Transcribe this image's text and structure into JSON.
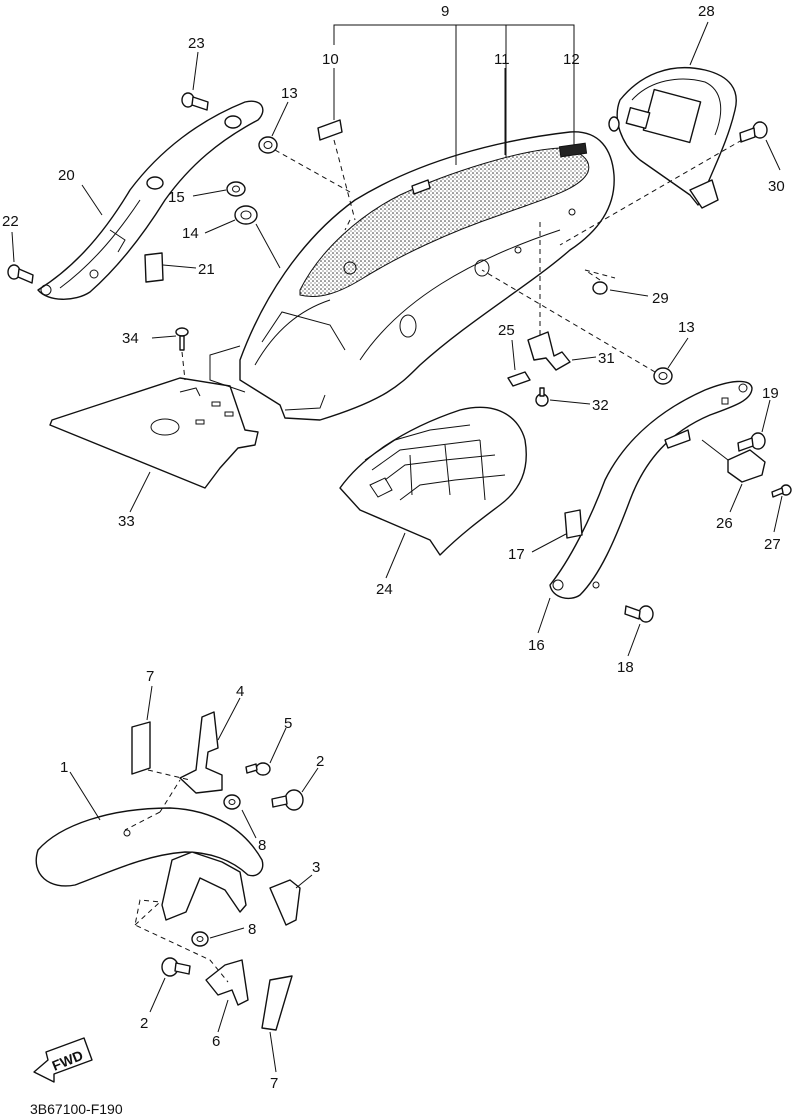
{
  "diagram": {
    "drawing_code": "3B67100-F190",
    "fwd_label": "FWD",
    "callouts": [
      {
        "id": "c1",
        "label": "1"
      },
      {
        "id": "c2a",
        "label": "2"
      },
      {
        "id": "c2b",
        "label": "2"
      },
      {
        "id": "c3",
        "label": "3"
      },
      {
        "id": "c4",
        "label": "4"
      },
      {
        "id": "c5",
        "label": "5"
      },
      {
        "id": "c6",
        "label": "6"
      },
      {
        "id": "c7a",
        "label": "7"
      },
      {
        "id": "c7b",
        "label": "7"
      },
      {
        "id": "c8a",
        "label": "8"
      },
      {
        "id": "c8b",
        "label": "8"
      },
      {
        "id": "c9",
        "label": "9"
      },
      {
        "id": "c10",
        "label": "10"
      },
      {
        "id": "c11",
        "label": "11"
      },
      {
        "id": "c12",
        "label": "12"
      },
      {
        "id": "c13a",
        "label": "13"
      },
      {
        "id": "c13b",
        "label": "13"
      },
      {
        "id": "c14",
        "label": "14"
      },
      {
        "id": "c15",
        "label": "15"
      },
      {
        "id": "c16",
        "label": "16"
      },
      {
        "id": "c17",
        "label": "17"
      },
      {
        "id": "c18",
        "label": "18"
      },
      {
        "id": "c19",
        "label": "19"
      },
      {
        "id": "c20",
        "label": "20"
      },
      {
        "id": "c21",
        "label": "21"
      },
      {
        "id": "c22",
        "label": "22"
      },
      {
        "id": "c23",
        "label": "23"
      },
      {
        "id": "c24",
        "label": "24"
      },
      {
        "id": "c25",
        "label": "25"
      },
      {
        "id": "c26",
        "label": "26"
      },
      {
        "id": "c27",
        "label": "27"
      },
      {
        "id": "c28",
        "label": "28"
      },
      {
        "id": "c29",
        "label": "29"
      },
      {
        "id": "c30",
        "label": "30"
      },
      {
        "id": "c31",
        "label": "31"
      },
      {
        "id": "c32",
        "label": "32"
      },
      {
        "id": "c33",
        "label": "33"
      },
      {
        "id": "c34",
        "label": "34"
      }
    ]
  }
}
